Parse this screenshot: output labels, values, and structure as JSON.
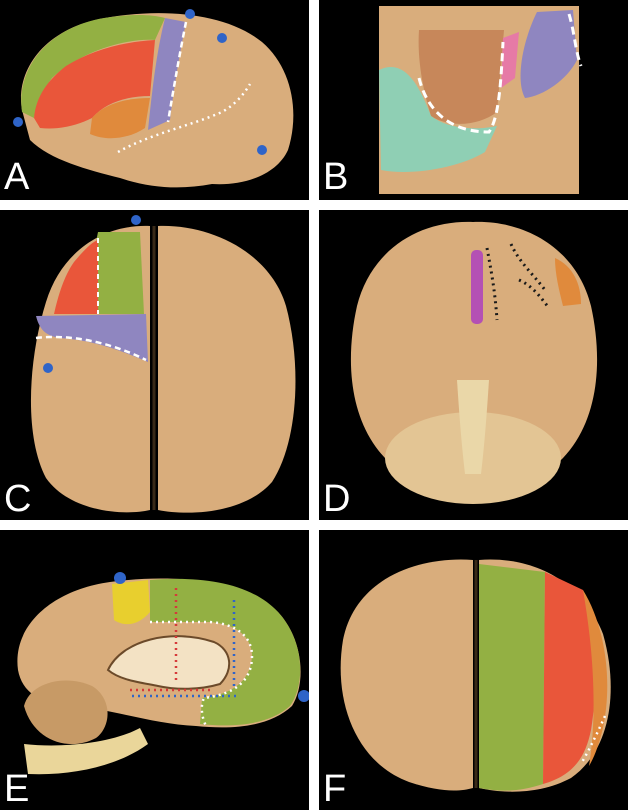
{
  "panels": [
    {
      "label": "A"
    },
    {
      "label": "B"
    },
    {
      "label": "C"
    },
    {
      "label": "D"
    },
    {
      "label": "E"
    },
    {
      "label": "F"
    }
  ],
  "colors": {
    "background": "#000000",
    "divider": "#ffffff",
    "tissue": "#d9ad7c",
    "tissue_shadow": "#b88a5a",
    "green": "#93b043",
    "red_orange": "#e9563a",
    "orange": "#e08a3c",
    "purple": "#8f86c0",
    "yellow": "#e8cf2e",
    "teal": "#8fcfb4",
    "magenta": "#b450b4",
    "pin_blue": "#2f64c8",
    "cerebellum": "#ead7a8"
  }
}
